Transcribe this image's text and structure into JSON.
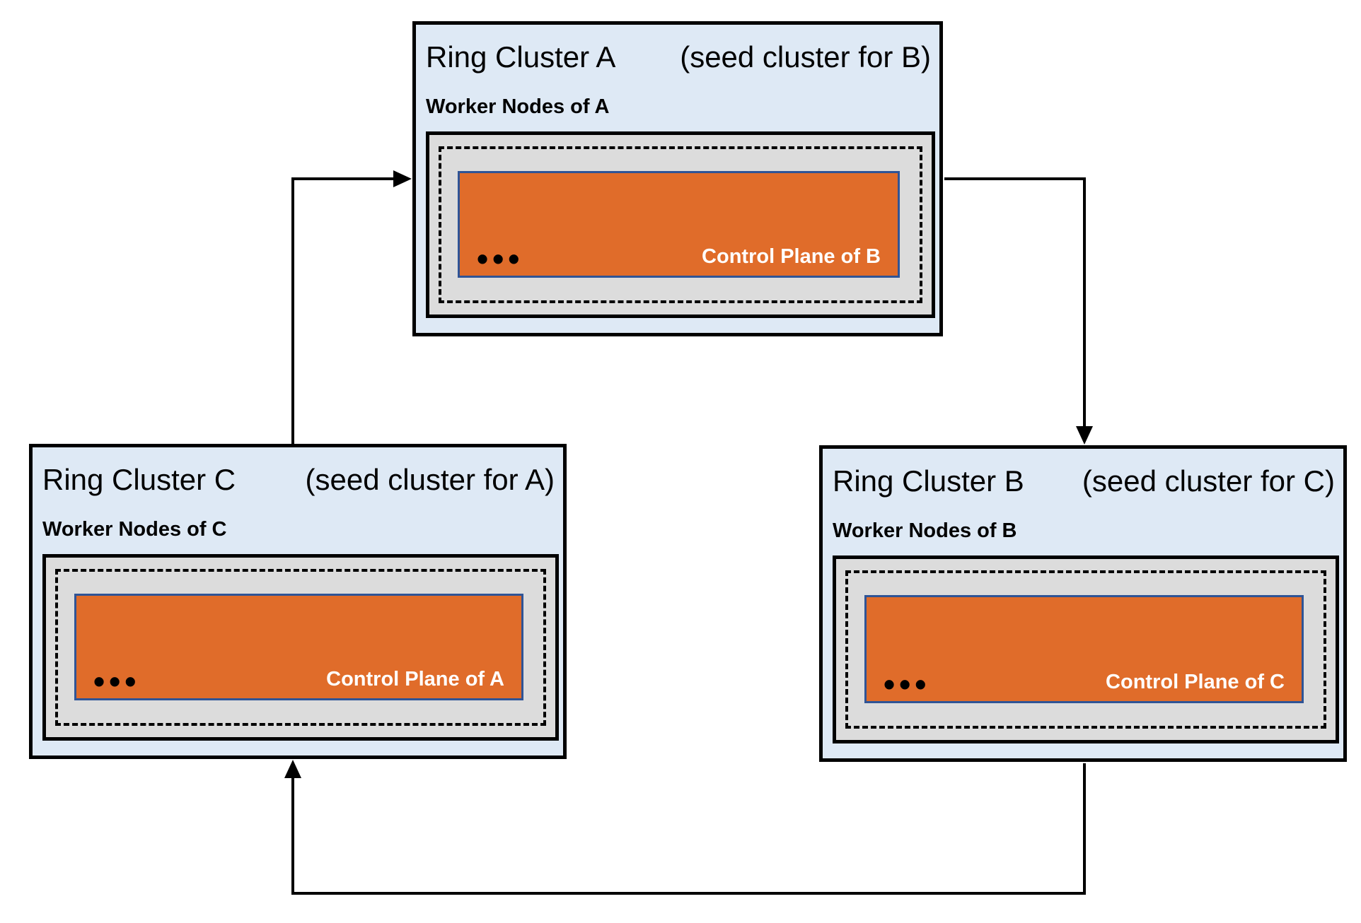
{
  "colors": {
    "canvas_bg": "#ffffff",
    "cluster_fill": "#dee9f5",
    "cluster_border": "#000000",
    "worker_fill": "#dcdcdc",
    "worker_border": "#000000",
    "dashed_border": "#000000",
    "control_fill": "#e06c2a",
    "control_border": "#2f5496",
    "control_text": "#ffffff",
    "arrow": "#000000",
    "text": "#000000"
  },
  "clusters": [
    {
      "id": "A",
      "title": "Ring Cluster A",
      "seed_note": "(seed cluster for B)",
      "worker_label": "Worker Nodes of A",
      "control_plane_label": "Control Plane of B",
      "ellipsis": "•••"
    },
    {
      "id": "B",
      "title": "Ring Cluster B",
      "seed_note": "(seed cluster for C)",
      "worker_label": "Worker Nodes of B",
      "control_plane_label": "Control Plane of C",
      "ellipsis": "•••"
    },
    {
      "id": "C",
      "title": "Ring Cluster C",
      "seed_note": "(seed cluster for A)",
      "worker_label": "Worker Nodes of C",
      "control_plane_label": "Control Plane of A",
      "ellipsis": "•••"
    }
  ],
  "edges": [
    {
      "from": "Ring Cluster C",
      "to": "Ring Cluster A"
    },
    {
      "from": "Ring Cluster A",
      "to": "Ring Cluster B"
    },
    {
      "from": "Ring Cluster B",
      "to": "Ring Cluster C"
    }
  ]
}
